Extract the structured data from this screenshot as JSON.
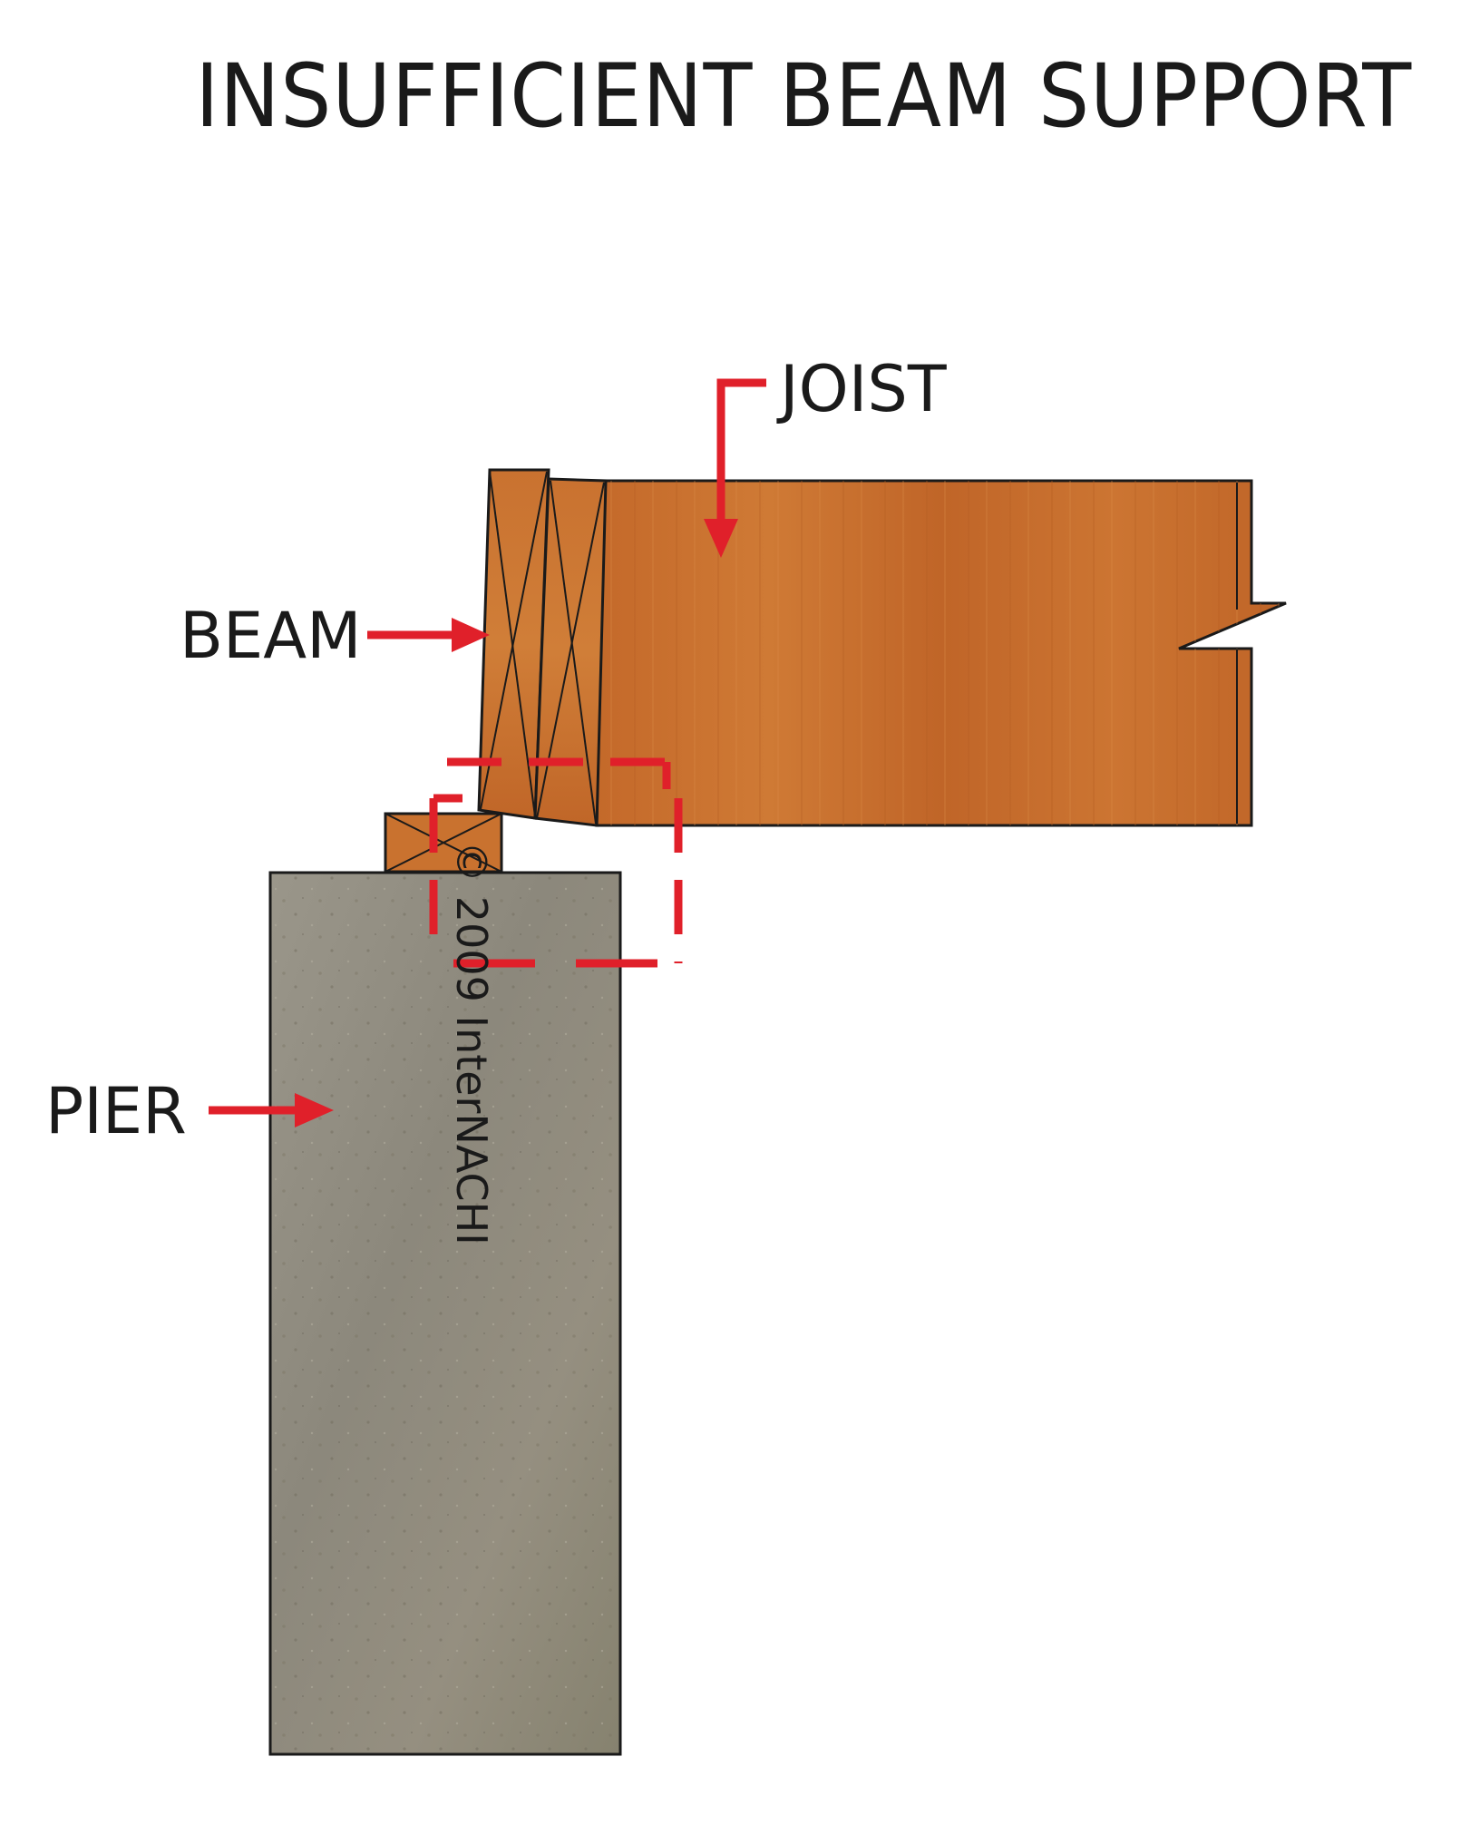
{
  "title": "INSUFFICIENT BEAM SUPPORT",
  "labels": {
    "joist": "JOIST",
    "beam": "BEAM",
    "pier": "PIER"
  },
  "watermark": "© 2009 InterNACHI",
  "colors": {
    "arrow": "#e0202a",
    "wood": "#c0682a",
    "wood_light": "#cf7c36",
    "concrete": "#8f8b80",
    "concrete_light": "#a8a498",
    "outline": "#1a1a1a"
  }
}
